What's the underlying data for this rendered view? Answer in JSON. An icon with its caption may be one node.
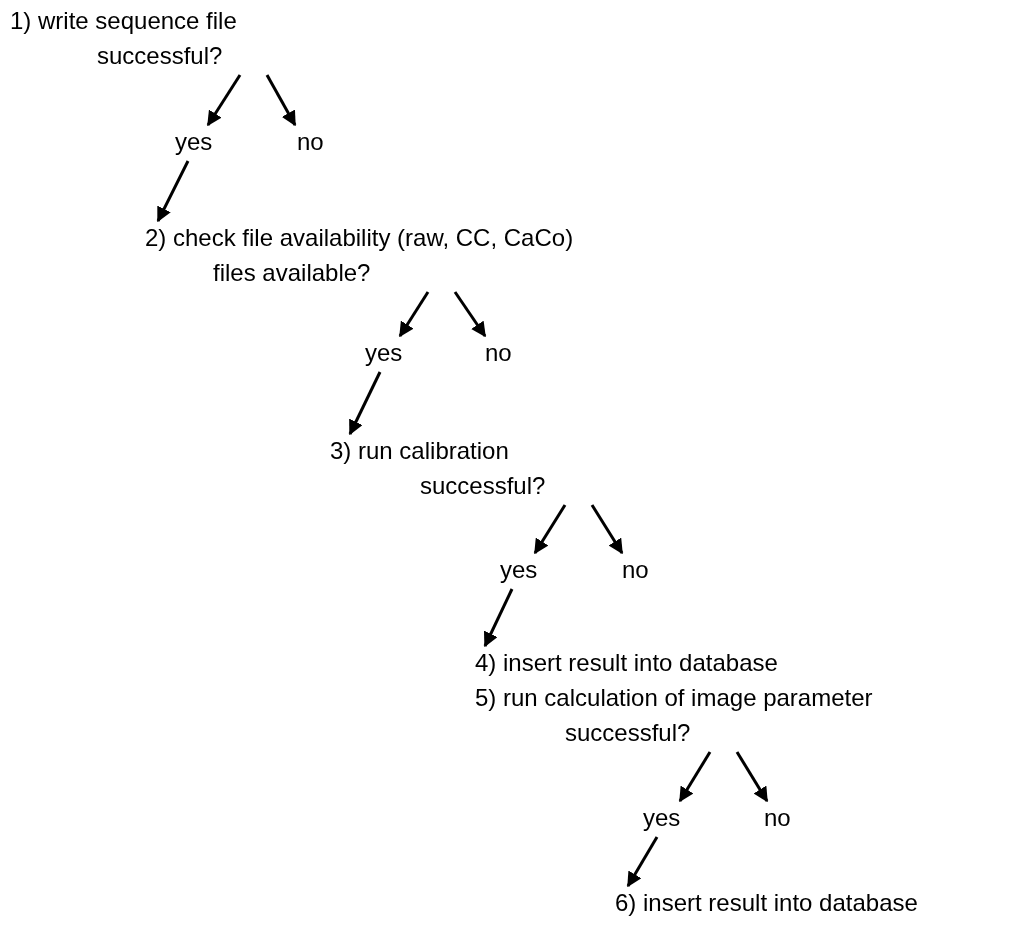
{
  "diagram": {
    "nodes": [
      {
        "text": [
          "1) write sequence file",
          "successful?"
        ]
      },
      {
        "text": [
          "yes"
        ]
      },
      {
        "text": [
          "no"
        ]
      },
      {
        "text": [
          "2) check file availability (raw, CC, CaCo)",
          "files available?"
        ]
      },
      {
        "text": [
          "yes"
        ]
      },
      {
        "text": [
          "no"
        ]
      },
      {
        "text": [
          "3) run calibration",
          "successful?"
        ]
      },
      {
        "text": [
          "yes"
        ]
      },
      {
        "text": [
          "no"
        ]
      },
      {
        "text": [
          "4) insert result into database",
          "5) run calculation of image parameter",
          "successful?"
        ]
      },
      {
        "text": [
          "yes"
        ]
      },
      {
        "text": [
          "no"
        ]
      },
      {
        "text": [
          "6) insert result into database"
        ]
      }
    ],
    "edges": [
      {
        "from": 0,
        "to": 1,
        "arrow": "to"
      },
      {
        "from": 0,
        "to": 2,
        "arrow": "to"
      },
      {
        "from": 1,
        "to": 3,
        "arrow": "to"
      },
      {
        "from": 3,
        "to": 4,
        "arrow": "to"
      },
      {
        "from": 3,
        "to": 5,
        "arrow": "to"
      },
      {
        "from": 4,
        "to": 6,
        "arrow": "to"
      },
      {
        "from": 6,
        "to": 7,
        "arrow": "to"
      },
      {
        "from": 6,
        "to": 8,
        "arrow": "to"
      },
      {
        "from": 7,
        "to": 9,
        "arrow": "to"
      },
      {
        "from": 9,
        "to": 10,
        "arrow": "to"
      },
      {
        "from": 9,
        "to": 11,
        "arrow": "to"
      },
      {
        "from": 10,
        "to": 12,
        "arrow": "to"
      }
    ]
  }
}
